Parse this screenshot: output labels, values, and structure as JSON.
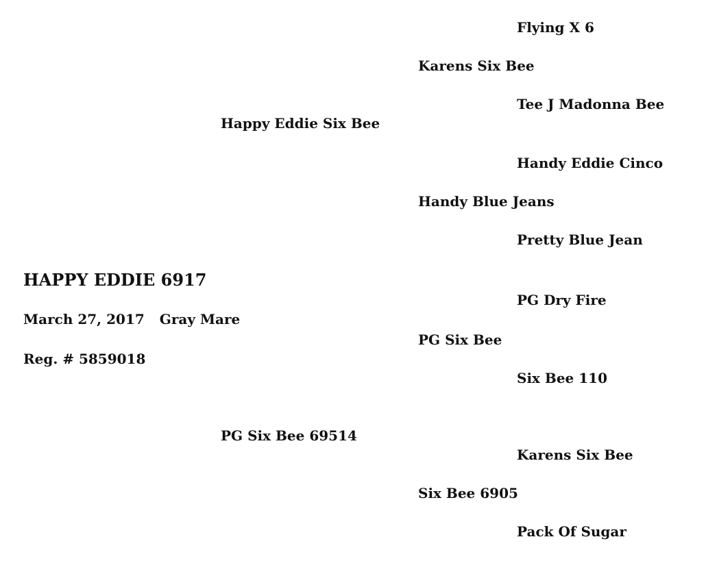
{
  "subject": {
    "name": "HAPPY EDDIE 6917",
    "birth_date": "March 27, 2017",
    "description": "Gray Mare",
    "registration": "Reg. # 5859018"
  },
  "sire": {
    "name": "Happy Eddie Six Bee",
    "sire": {
      "name": "Karens Six Bee",
      "sire": "Flying X 6",
      "dam": "Tee J Madonna Bee"
    },
    "dam": {
      "name": "Handy Blue Jeans",
      "sire": "Handy Eddie Cinco",
      "dam": "Pretty Blue Jean"
    }
  },
  "dam": {
    "name": "PG Six Bee 69514",
    "sire": {
      "name": "PG Six Bee",
      "sire": "PG Dry Fire",
      "dam": "Six Bee 110"
    },
    "dam": {
      "name": "Six Bee 6905",
      "sire": "Karens Six Bee",
      "dam": "Pack Of Sugar"
    }
  }
}
